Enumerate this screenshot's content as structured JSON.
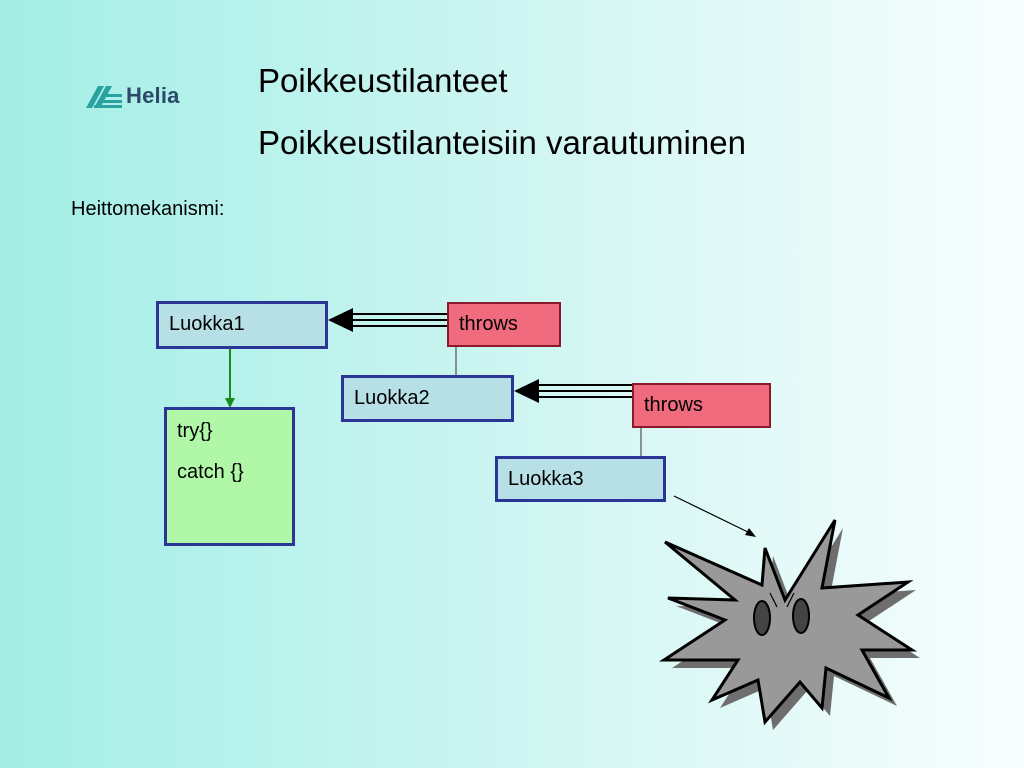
{
  "logo": {
    "text": "Helia",
    "icon": "helia-logo-icon"
  },
  "title": {
    "line1": "Poikkeustilanteet",
    "line2": "Poikkeustilanteisiin varautuminen"
  },
  "subtitle": "Heittomekanismi:",
  "diagram": {
    "class1": "Luokka1",
    "class2": "Luokka2",
    "class3": "Luokka3",
    "throws1": "throws",
    "throws2": "throws",
    "try_label": "try{}",
    "catch_label": "catch {}",
    "explosion_icon": "explosion-icon"
  },
  "colors": {
    "class_fill": "#b6dfe6",
    "class_border": "#2b3596",
    "throws_fill": "#ef6b7d",
    "try_fill": "#b0f7a8",
    "arrow_green": "#1a8a1a"
  }
}
